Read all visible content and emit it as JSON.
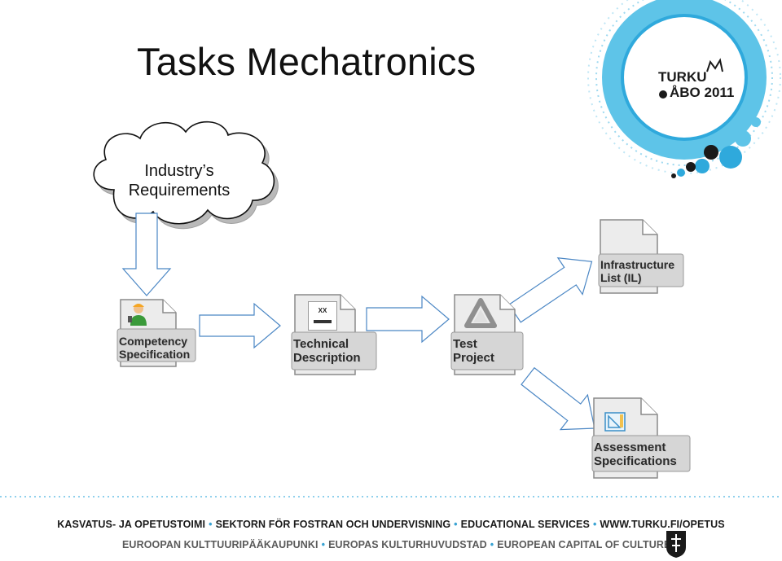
{
  "title": "Tasks Mechatronics",
  "logo": {
    "line1": "TURKU",
    "line2": "ÅBO 2011"
  },
  "cloud": {
    "line1": "Industry’s",
    "line2": "Requirements"
  },
  "documents": {
    "competency": {
      "line1": "Competency",
      "line2": "Specification",
      "icon": "worker-icon"
    },
    "technical": {
      "line1": "Technical",
      "line2": "Description",
      "icon_text": "XX",
      "icon": "schematic-icon"
    },
    "test": {
      "line1": "Test",
      "line2": "Project",
      "icon": "penrose-triangle-icon"
    },
    "infrastructure": {
      "line1": "Infrastructure",
      "line2": "List (IL)"
    },
    "assessment": {
      "line1": "Assessment",
      "line2": "Specifications",
      "icon": "ruler-triangle-icon"
    }
  },
  "footer": {
    "line1_parts": [
      "KASVATUS- JA OPETUSTOIMI",
      "SEKTORN FÖR FOSTRAN OCH UNDERVISNING",
      "EDUCATIONAL SERVICES",
      "WWW.TURKU.FI/OPETUS"
    ],
    "line2_parts": [
      "EUROOPAN KULTTUURIPÄÄKAUPUNKI",
      "EUROPAS KULTURHUVUDSTAD",
      "EUROPEAN CAPITAL OF CULTURE"
    ],
    "separator": "•"
  },
  "colors": {
    "accent_blue": "#3aa3d3",
    "arrow_stroke": "#4a86c4",
    "logo_ring": "#5ec4e8"
  }
}
